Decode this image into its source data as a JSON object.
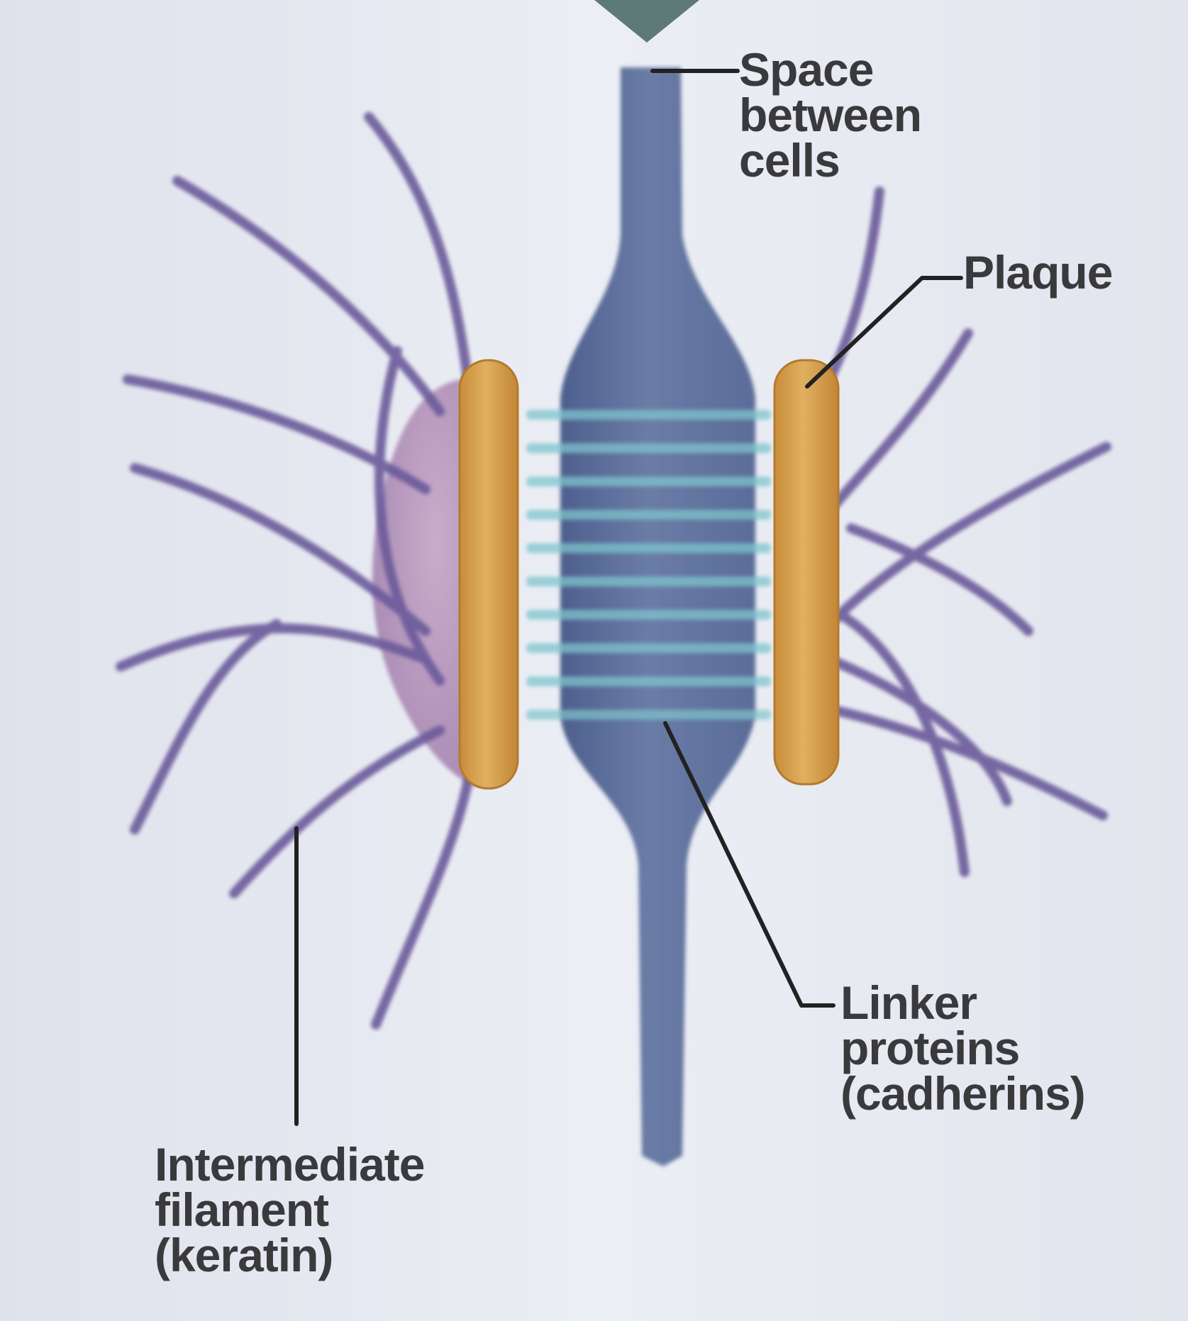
{
  "labels": {
    "space": [
      "Space",
      "between",
      "cells"
    ],
    "plaque": [
      "Plaque"
    ],
    "linker": [
      "Linker",
      "proteins",
      "(cadherins)"
    ],
    "filament": [
      "Intermediate",
      "filament",
      "(keratin)"
    ]
  },
  "colors": {
    "background": "#e6e7f0",
    "intercellular_space": "#5d6f9a",
    "plaque": "#d6a24e",
    "filament": "#6a5a9a",
    "membrane_bulge": "#b896b8",
    "cadherin": "#7fc4cc",
    "leader_line": "#222222",
    "text": "#3a3a3d"
  },
  "icons": {
    "top_marker": "dark-teal-triangle"
  }
}
